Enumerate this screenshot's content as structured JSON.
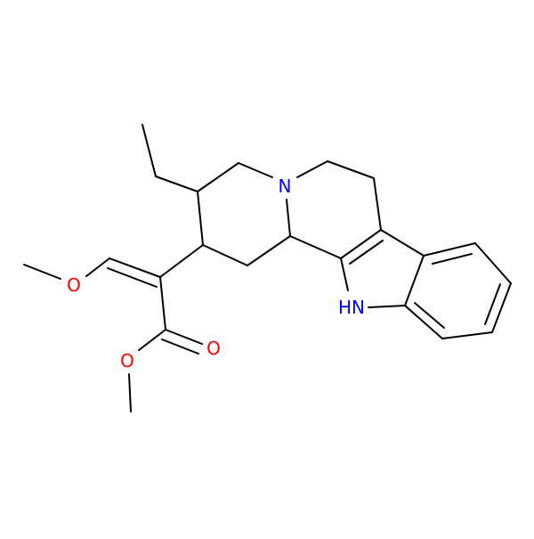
{
  "molecule": {
    "atom_labels": {
      "n_ring": "N",
      "nh": "HN",
      "o_ether": "O",
      "o_ester": "O",
      "o_carbonyl": "O"
    },
    "colors": {
      "bond": "#000000",
      "nitrogen": "#0000ff",
      "oxygen": "#ff0000",
      "background": "#ffffff"
    }
  }
}
